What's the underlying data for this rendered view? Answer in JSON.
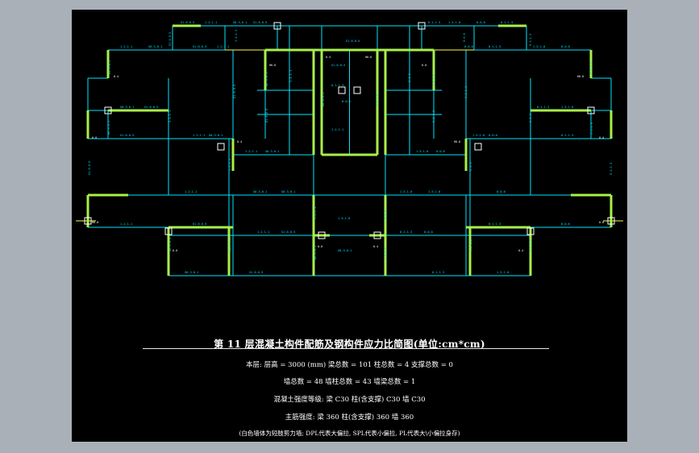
{
  "drawing": {
    "title": "第 11 层混凝土构件配筋及钢构件应力比简图(单位:cm*cm)",
    "summary_line_1": "本层: 层高 = 3000 (mm)  梁总数 = 101  柱总数 = 4  支撑总数 = 0",
    "summary_line_2": "墙总数 = 48  墙柱总数 = 43  墙梁总数 = 1",
    "summary_line_3": "混凝土强度等级: 梁 C30   柱(含支撑) C30   墙 C30",
    "summary_line_4": "主筋强度: 梁 360   柱(含支撑) 360   墙 360",
    "summary_line_5": "(白色墙体为短肢剪力墙; DPL代表大偏拉, SPL代表小偏拉, PL代表大\\小偏拉身存)"
  },
  "colors": {
    "canvas": "#000000",
    "frame": "#aab0b8",
    "beam_line": "#00e5ff",
    "beam_line_dim": "#29b6d9",
    "wall_fill": "#a8f04a",
    "wall_edge": "#58d020",
    "rebar_label": "#00e5ff",
    "wall_label": "#ffffff",
    "column_mark": "#ffffff",
    "highlight": "#ffff40",
    "text": "#ffffff"
  },
  "plan": {
    "beam_label_samples": [
      "G1.6-0.5",
      "0.1-1.3",
      "1.2-1.1",
      "0-0-0",
      "G0.3-0.1",
      "1.5-1.0"
    ],
    "wall_label_samples": [
      "H0.8",
      "0.0",
      "0.4"
    ]
  }
}
